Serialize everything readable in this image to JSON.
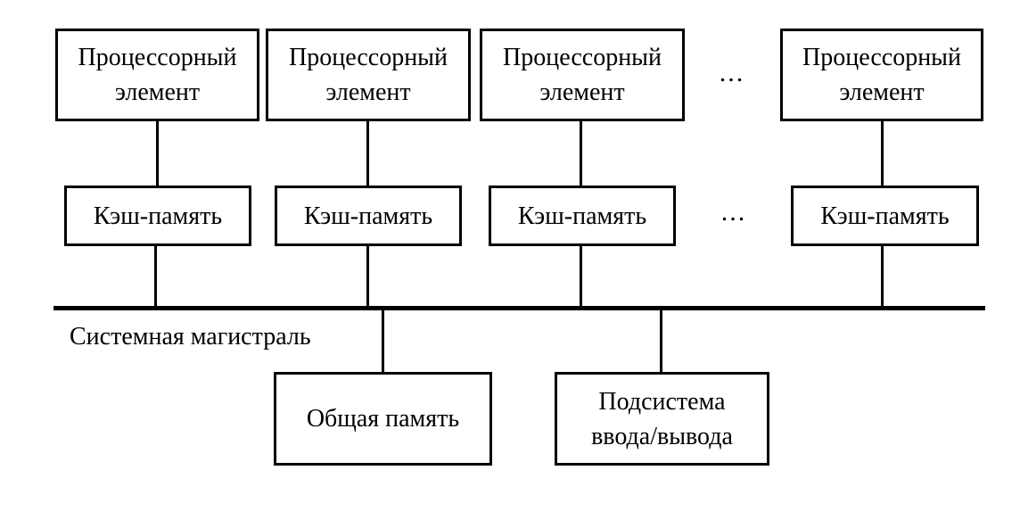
{
  "diagram": {
    "processors": [
      {
        "label": "Процессорный\nэлемент"
      },
      {
        "label": "Процессорный\nэлемент"
      },
      {
        "label": "Процессорный\nэлемент"
      },
      {
        "label": "Процессорный\nэлемент"
      }
    ],
    "caches": [
      {
        "label": "Кэш-память"
      },
      {
        "label": "Кэш-память"
      },
      {
        "label": "Кэш-память"
      },
      {
        "label": "Кэш-память"
      }
    ],
    "ellipsis_processor_row": "...",
    "ellipsis_cache_row": "...",
    "bus": {
      "label": "Системная магистраль"
    },
    "bottom_boxes": [
      {
        "label": "Общая память"
      },
      {
        "label": "Подсистема\nввода/вывода"
      }
    ],
    "colors": {
      "line": "#000000",
      "text": "#000000",
      "background": "#ffffff"
    }
  }
}
